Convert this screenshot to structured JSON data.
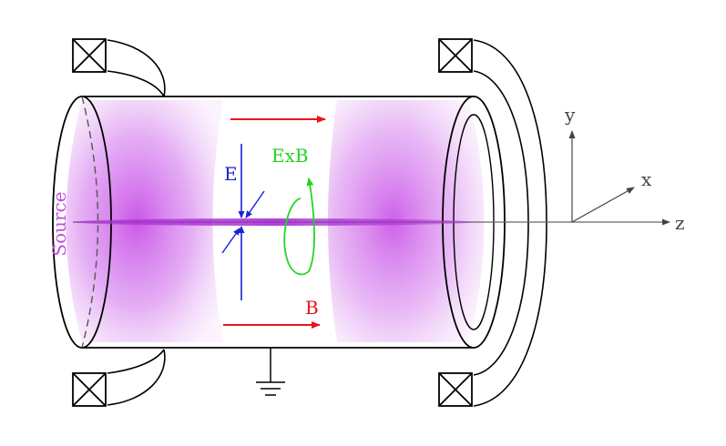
{
  "labels": {
    "source": "Source",
    "e_field": "E",
    "exb": "ExB",
    "b_field": "B",
    "axis_x": "x",
    "axis_y": "y",
    "axis_z": "z"
  },
  "colors": {
    "plasma": "#c84fe6",
    "e_field": "#1a22d6",
    "exb": "#22d620",
    "b_field": "#e8161c",
    "outline": "#000000",
    "axis": "#444444",
    "source_text": "#c050e0"
  },
  "icons": {
    "coil": "coil-cross-icon",
    "ground": "ground-icon"
  }
}
